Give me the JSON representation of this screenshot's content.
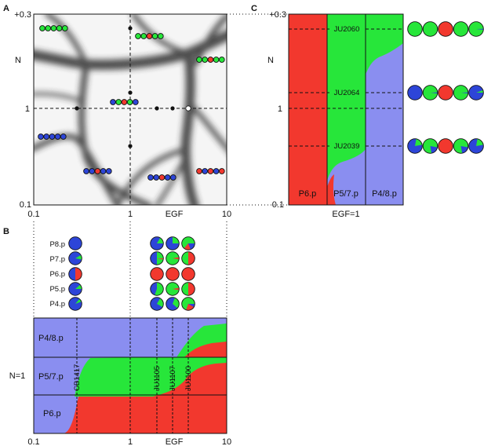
{
  "colors": {
    "red": "#f2382e",
    "green": "#27e63a",
    "blue": "#2d45d8",
    "bg_blue": "#8a8ef0",
    "dark": "#111111"
  },
  "panel_a": {
    "label": "A",
    "y_label": "N",
    "y_ticks": [
      "+0.3",
      "1",
      "0.1"
    ],
    "x_label": "EGF",
    "x_ticks": [
      "0.1",
      "1",
      "10"
    ],
    "patterns": [
      [
        "green",
        "green",
        "green",
        "green",
        "green"
      ],
      [
        "green",
        "green",
        "red",
        "green",
        "green"
      ],
      [
        "green",
        "green",
        "red",
        "green",
        "green"
      ],
      [
        "blue",
        "green",
        "red",
        "green",
        "blue"
      ],
      [
        "blue",
        "blue",
        "blue",
        "blue",
        "blue"
      ],
      [
        "blue",
        "blue",
        "red",
        "blue",
        "blue"
      ],
      [
        "blue",
        "blue",
        "red",
        "blue",
        "blue"
      ],
      [
        "red",
        "blue",
        "red",
        "blue",
        "red"
      ]
    ]
  },
  "panel_b": {
    "label": "B",
    "cell_labels": [
      "P8.p",
      "P7.p",
      "P6.p",
      "P5.p",
      "P4.p"
    ],
    "band_labels": [
      "P4/8.p",
      "P5/7.p",
      "P6.p"
    ],
    "n_label": "N=1",
    "strains": [
      "CB1417",
      "JU1105",
      "JU1107",
      "JU1100"
    ],
    "x_label": "EGF",
    "x_ticks": [
      "0.1",
      "1",
      "10"
    ]
  },
  "panel_c": {
    "label": "C",
    "y_label": "N",
    "y_ticks": [
      "+0.3",
      "1",
      "0.1"
    ],
    "strains": [
      "JU2060",
      "JU2064",
      "JU2039"
    ],
    "col_labels": [
      "P6.p",
      "P5/7.p",
      "P4/8.p"
    ],
    "x_caption": "EGF=1"
  }
}
